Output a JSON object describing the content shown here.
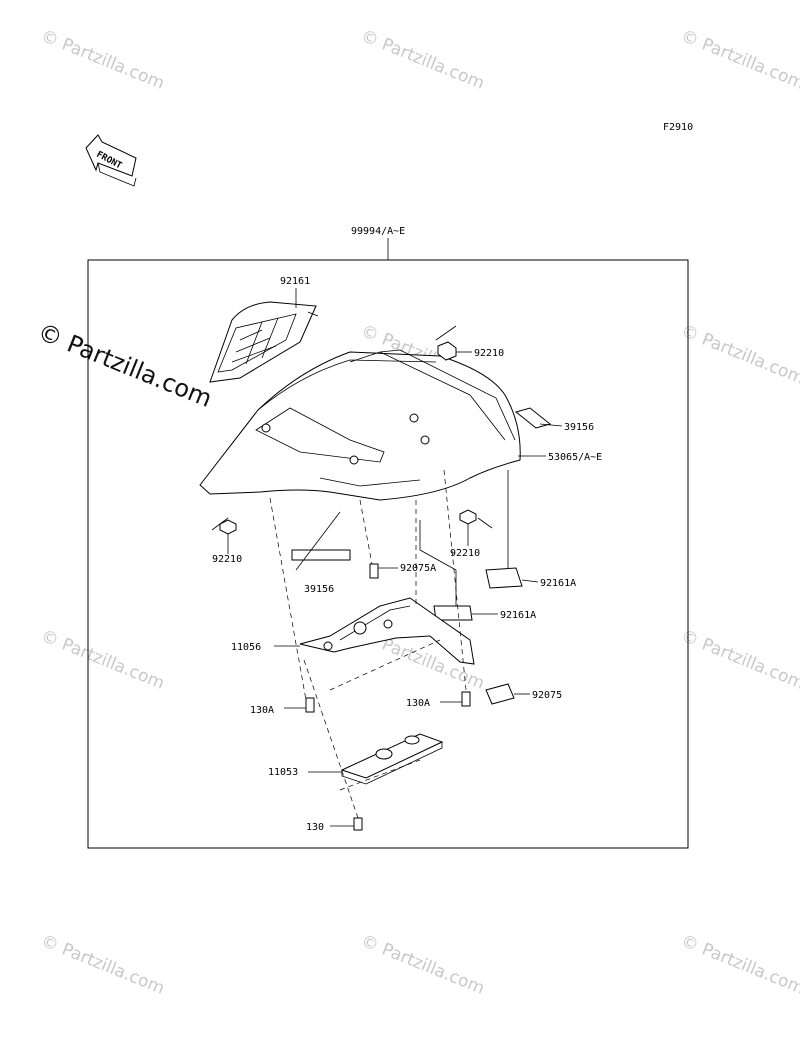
{
  "figure_code": "F2910",
  "front_arrow_label": "FRONT",
  "watermark_text": "© Partzilla.com",
  "watermark_prominent": "© Partzilla.com",
  "parts": {
    "kit": "99994/A~E",
    "pad_top": "92161",
    "nut_top": "92210",
    "strip_right": "39156",
    "cover": "53065/A~E",
    "nut_left": "92210",
    "nut_right": "92210",
    "strip_left": "39156",
    "bolt_cover": "92075A",
    "pad_lower": "92161A",
    "pad_mid": "92161A",
    "bracket": "11056",
    "bolt_left": "130A",
    "bolt_right": "130A",
    "pad_small": "92075",
    "plate": "11053",
    "bolt_bottom": "130"
  },
  "colors": {
    "line": "#000000",
    "watermark": "#c8c8c8"
  }
}
